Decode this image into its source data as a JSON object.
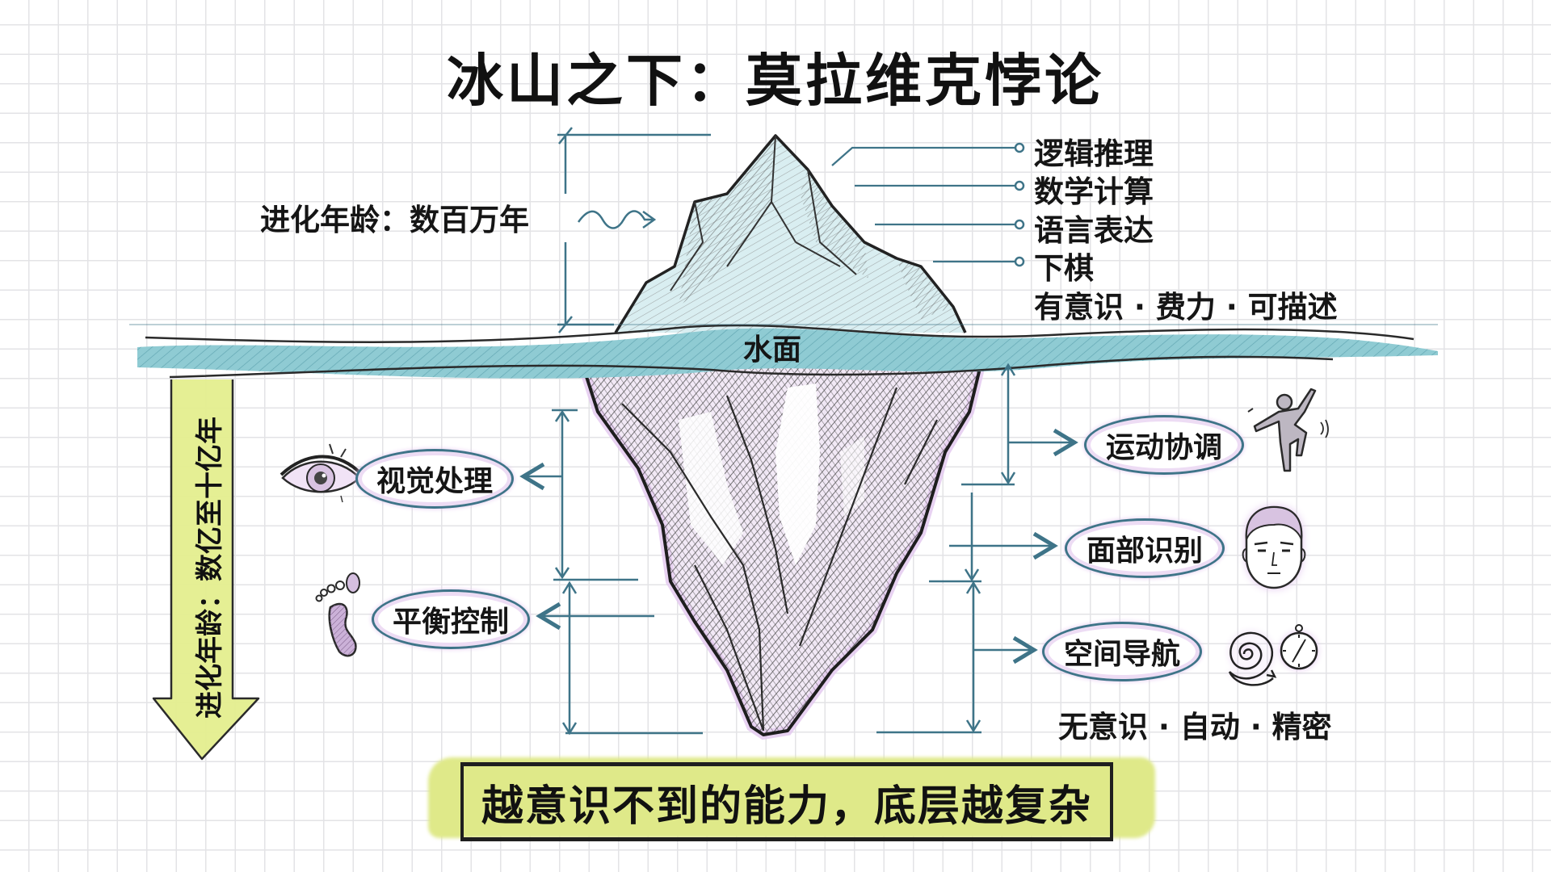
{
  "title": "冰山之下：莫拉维克悖论",
  "water_label": "水面",
  "above_water": {
    "evolution_age": "进化年龄：数百万年",
    "abilities": [
      {
        "label": "逻辑推理"
      },
      {
        "label": "数学计算"
      },
      {
        "label": "语言表达"
      },
      {
        "label": "下棋"
      }
    ],
    "traits": "有意识 · 费力 · 可描述"
  },
  "below_water": {
    "evolution_age": "进化年龄：数亿至十亿年",
    "left_abilities": [
      {
        "label": "视觉处理",
        "icon": "eye-icon"
      },
      {
        "label": "平衡控制",
        "icon": "footprint-icon"
      }
    ],
    "right_abilities": [
      {
        "label": "运动协调",
        "icon": "dancer-icon"
      },
      {
        "label": "面部识别",
        "icon": "face-icon"
      },
      {
        "label": "空间导航",
        "icon": "spiral-compass-icon"
      }
    ],
    "traits": "无意识 · 自动 · 精密"
  },
  "conclusion": "越意识不到的能力，底层越复杂",
  "colors": {
    "line": "#3e7488",
    "water": "#8fcbd3",
    "ice_tint": "#cdeaee",
    "lavender": "#e3c7ef",
    "highlight": "#dfe989",
    "ink": "#151515"
  }
}
